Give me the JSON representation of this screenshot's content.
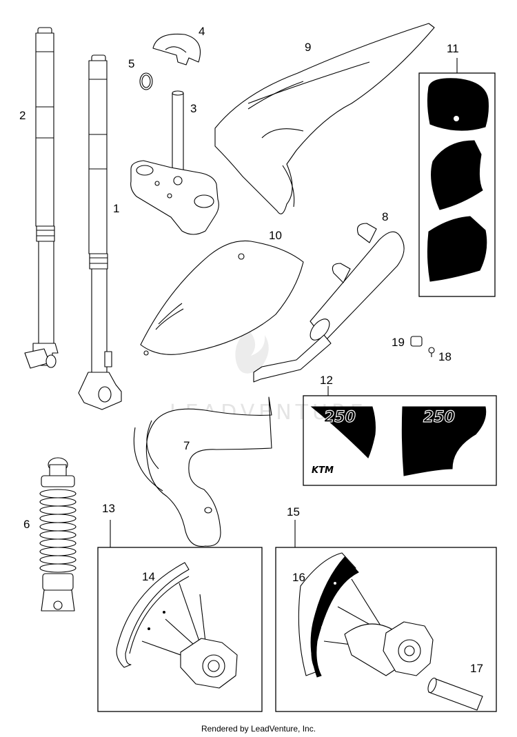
{
  "watermark": {
    "text": "LEADVENTURE"
  },
  "footer": {
    "credit": "Rendered by LeadVenture, Inc."
  },
  "callouts": {
    "c1": "1",
    "c2": "2",
    "c3": "3",
    "c4": "4",
    "c5": "5",
    "c6": "6",
    "c7": "7",
    "c8": "8",
    "c9": "9",
    "c10": "10",
    "c11": "11",
    "c12": "12",
    "c13": "13",
    "c14": "14",
    "c15": "15",
    "c16": "16",
    "c17": "17",
    "c18": "18",
    "c19": "19"
  },
  "decals": {
    "number_left": "250",
    "number_right": "250",
    "brand": "KTM"
  }
}
